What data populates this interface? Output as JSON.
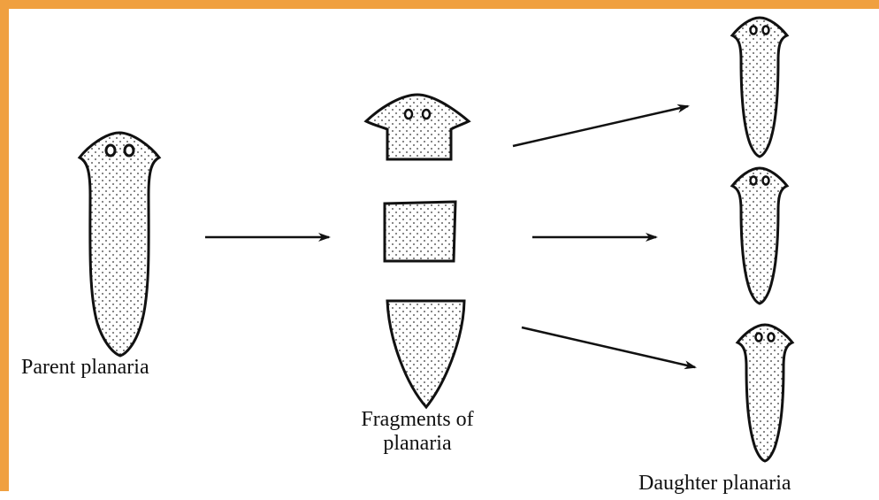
{
  "labels": {
    "parent": "Parent planaria",
    "fragments_line1": "Fragments of",
    "fragments_line2": "planaria",
    "daughter": "Daughter planaria"
  },
  "colors": {
    "frame": "#f0a040",
    "ink": "#111111"
  }
}
